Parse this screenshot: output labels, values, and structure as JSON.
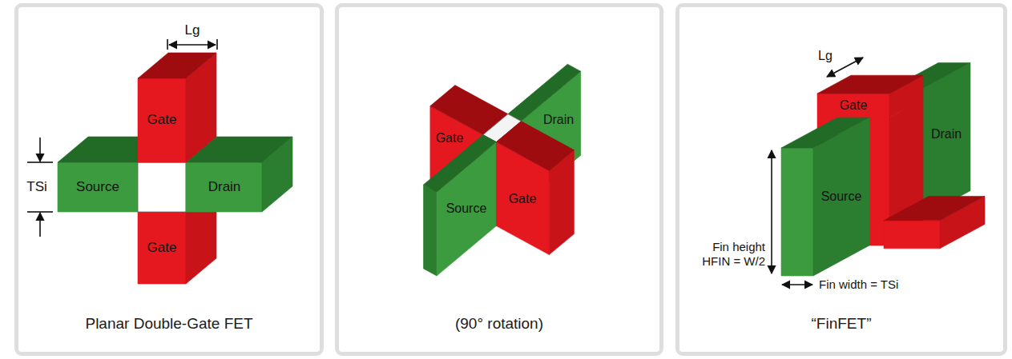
{
  "diagram": {
    "nodes": [
      {
        "text": [
          "Planar Double-Gate FET"
        ]
      },
      {
        "text": [
          "Gate"
        ],
        "in": 0
      },
      {
        "text": [
          "Source"
        ],
        "in": 0
      },
      {
        "text": [
          "Drain"
        ],
        "in": 0
      },
      {
        "text": [
          "Gate"
        ],
        "in": 0
      },
      {
        "text": [
          "(90° rotation)"
        ]
      },
      {
        "text": [
          "Gate"
        ],
        "in": 5
      },
      {
        "text": [
          "Drain"
        ],
        "in": 5
      },
      {
        "text": [
          "Source"
        ],
        "in": 5
      },
      {
        "text": [
          "Gate"
        ],
        "in": 5
      },
      {
        "text": [
          "“FinFET”"
        ]
      },
      {
        "text": [
          "Gate"
        ],
        "in": 10
      },
      {
        "text": [
          "Drain"
        ],
        "in": 10
      },
      {
        "text": [
          "Source"
        ],
        "in": 10
      }
    ],
    "labels": [
      "Lg",
      "TSi",
      "Lg",
      "Fin height HFIN = W/2",
      "Fin width = TSi"
    ]
  }
}
